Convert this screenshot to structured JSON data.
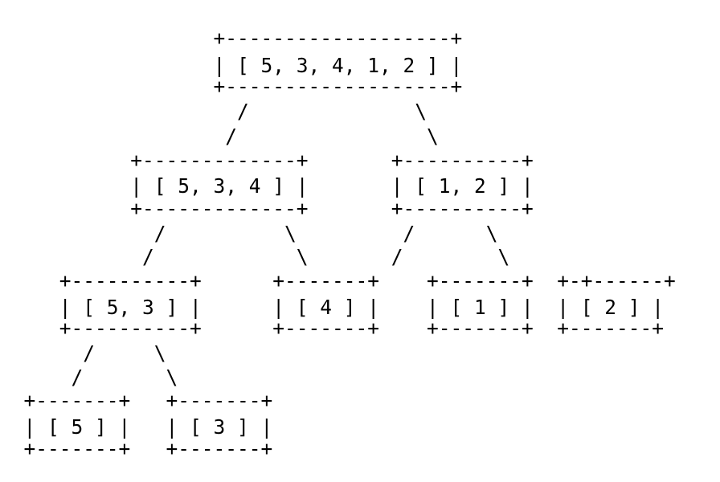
{
  "diagram": {
    "lines": [
      "                  +-------------------+",
      "                  | [ 5, 3, 4, 1, 2 ] |",
      "                  +-------------------+",
      "                    /              \\",
      "                   /                \\",
      "           +-------------+       +----------+",
      "           | [ 5, 3, 4 ] |       | [ 1, 2 ] |",
      "           +-------------+       +----------+",
      "             /          \\         /      \\",
      "            /            \\       /        \\",
      "     +----------+      +-------+    +-------+  +-+------+",
      "     | [ 5, 3 ] |      | [ 4 ] |    | [ 1 ] |  | [ 2 ] |",
      "     +----------+      +-------+    +-------+  +-------+",
      "       /     \\",
      "      /       \\",
      "  +-------+   +-------+",
      "  | [ 5 ] |   | [ 3 ] |",
      "  +-------+   +-------+"
    ]
  }
}
